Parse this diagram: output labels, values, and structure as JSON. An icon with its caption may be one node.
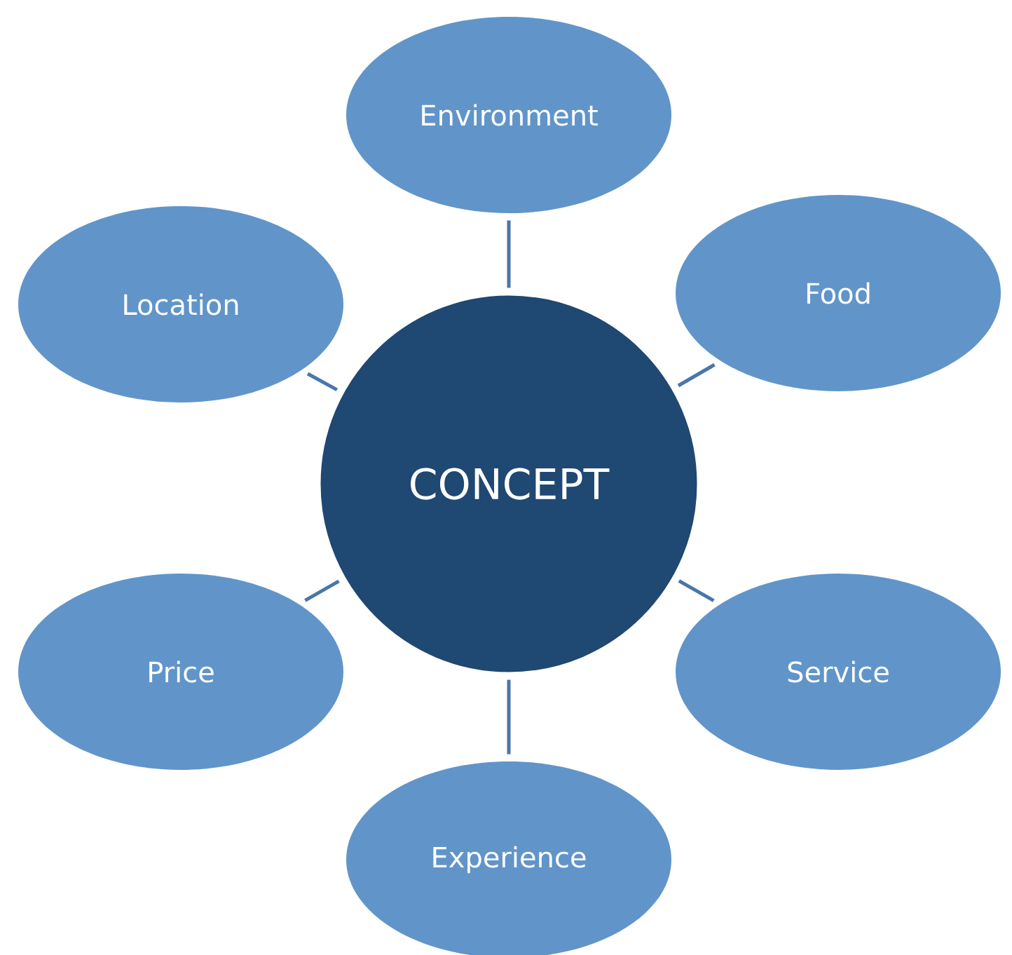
{
  "diagram": {
    "nodes": [
      {
        "text": [
          "Environment"
        ]
      },
      {
        "text": [
          "Location"
        ]
      },
      {
        "text": [
          "Food"
        ]
      },
      {
        "text": [
          "CONCEPT"
        ]
      },
      {
        "text": [
          "Price"
        ]
      },
      {
        "text": [
          "Service"
        ]
      },
      {
        "text": [
          "Experience"
        ]
      }
    ],
    "edges": [
      {
        "from": 3,
        "to": 0,
        "arrow": "none"
      },
      {
        "from": 3,
        "to": 1,
        "arrow": "none"
      },
      {
        "from": 3,
        "to": 2,
        "arrow": "none"
      },
      {
        "from": 3,
        "to": 4,
        "arrow": "none"
      },
      {
        "from": 3,
        "to": 5,
        "arrow": "none"
      },
      {
        "from": 3,
        "to": 6,
        "arrow": "none"
      }
    ]
  }
}
